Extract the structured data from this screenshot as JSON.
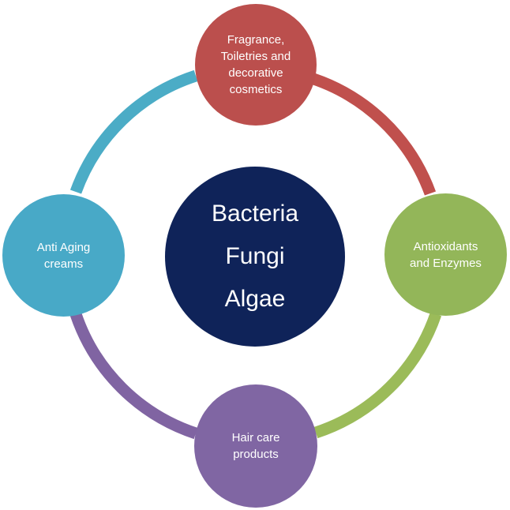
{
  "center": {
    "text": "Bacteria\nFungi\nAlgae",
    "color": "#0f2359"
  },
  "nodes": {
    "top": {
      "text": "Fragrance,\nToiletries and\ndecorative\ncosmetics",
      "color": "#bb4f4d"
    },
    "right": {
      "text": "Antioxidants\nand Enzymes",
      "color": "#93b659"
    },
    "bottom": {
      "text": "Hair care\nproducts",
      "color": "#8066a3"
    },
    "left": {
      "text": "Anti Aging\ncreams",
      "color": "#48a9c7"
    }
  }
}
